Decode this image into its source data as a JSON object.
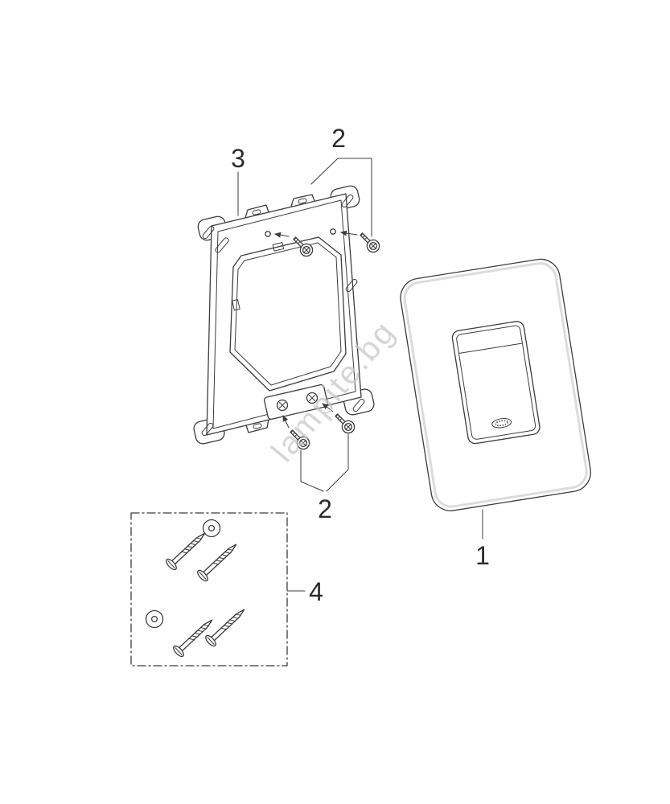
{
  "diagram": {
    "watermark": "lampite.bg",
    "labels": {
      "plate": "1",
      "screws_top": "2",
      "screws_bottom": "2",
      "frame": "3",
      "screw_set": "4"
    },
    "colors": {
      "line": "#3c3c3c",
      "label": "#2b2b2b",
      "watermark": "#c7c7c7",
      "background": "#ffffff"
    }
  }
}
